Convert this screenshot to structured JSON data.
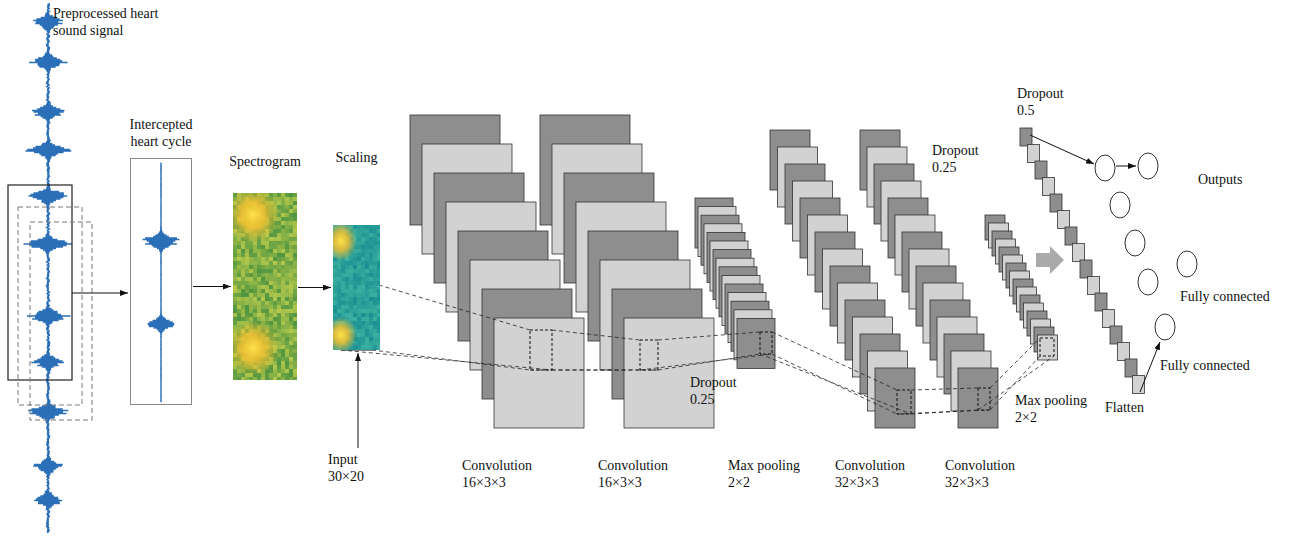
{
  "diagram": {
    "nodes": [
      {
        "text": [
          "Intercepted heart cycle"
        ]
      },
      {
        "text": [
          "Spectrogram"
        ]
      },
      {
        "text": [
          "Scaling"
        ]
      }
    ],
    "edges": [
      {
        "from": 0,
        "to": 1,
        "arrow": "to"
      },
      {
        "from": 1,
        "to": 2,
        "arrow": "to"
      }
    ],
    "labels": [
      "Preprocessed heart sound signal",
      "Input 30×20",
      "Convolution 16×3×3",
      "Convolution 16×3×3",
      "Dropout 0.25",
      "Max pooling 2×2",
      "Convolution 32×3×3",
      "Convolution 32×3×3",
      "Dropout 0.25",
      "Max pooling 2×2",
      "Flatten",
      "Dropout 0.5",
      "Outputs",
      "Fully connected",
      "Fully connected"
    ]
  }
}
